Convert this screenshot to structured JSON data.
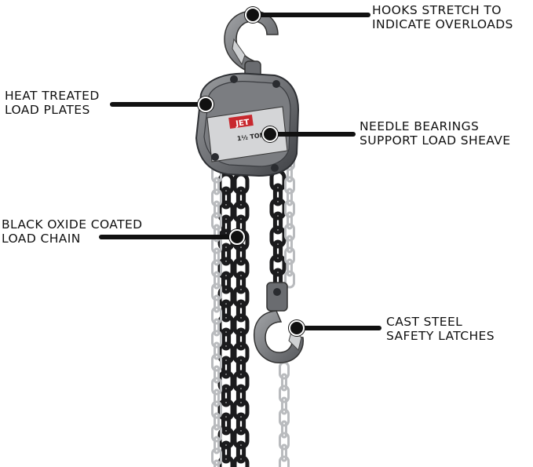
{
  "product": {
    "brand": "JET",
    "capacity_plate": "1½ TON"
  },
  "callouts": [
    {
      "id": "hooks",
      "lines": [
        "HOOKS STRETCH TO",
        "INDICATE OVERLOADS"
      ]
    },
    {
      "id": "plates",
      "lines": [
        "HEAT TREATED",
        "LOAD PLATES"
      ]
    },
    {
      "id": "bearings",
      "lines": [
        "NEEDLE BEARINGS",
        "SUPPORT LOAD SHEAVE"
      ]
    },
    {
      "id": "chain",
      "lines": [
        "BLACK OXIDE COATED",
        "LOAD CHAIN"
      ]
    },
    {
      "id": "latches",
      "lines": [
        "CAST STEEL",
        "SAFETY LATCHES"
      ]
    }
  ],
  "colors": {
    "line": "#111111",
    "steel": "#8a8c8f",
    "steel_dark": "#4a4c50",
    "chain_black": "#1b1b1d",
    "chain_silver": "#b9bbbe"
  }
}
